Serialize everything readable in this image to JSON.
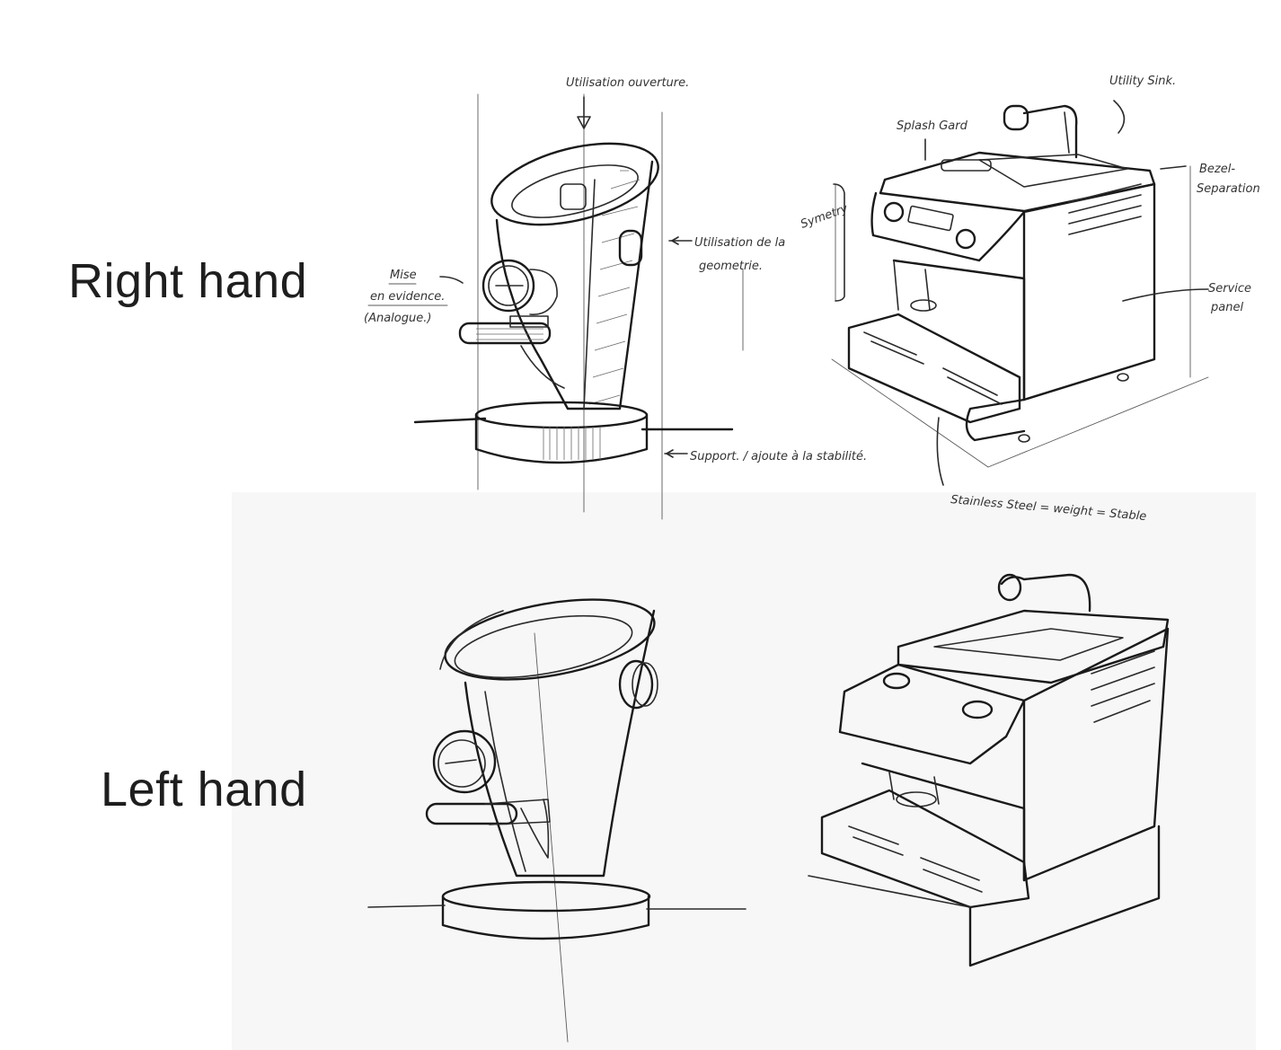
{
  "labels": {
    "right_hand": "Right hand",
    "left_hand": "Left hand"
  },
  "annotations": {
    "utilisation_ouverture": "Utilisation ouverture.",
    "mise_en_evidence": "Mise",
    "mise_en_evidence_2": "en evidence.",
    "analogue": "(Analogue.)",
    "utilisation_geometrie_1": "Utilisation de la",
    "utilisation_geometrie_2": "geometrie.",
    "support": "Support. / ajoute à la stabilité.",
    "splash_guard": "Splash Gard",
    "utility_sink": "Utility Sink.",
    "bezel_1": "Bezel-",
    "bezel_2": "Separation",
    "symetry": "Symetry",
    "service_1": "Service",
    "service_2": "panel",
    "stainless": "Stainless Steel = weight = Stable"
  }
}
